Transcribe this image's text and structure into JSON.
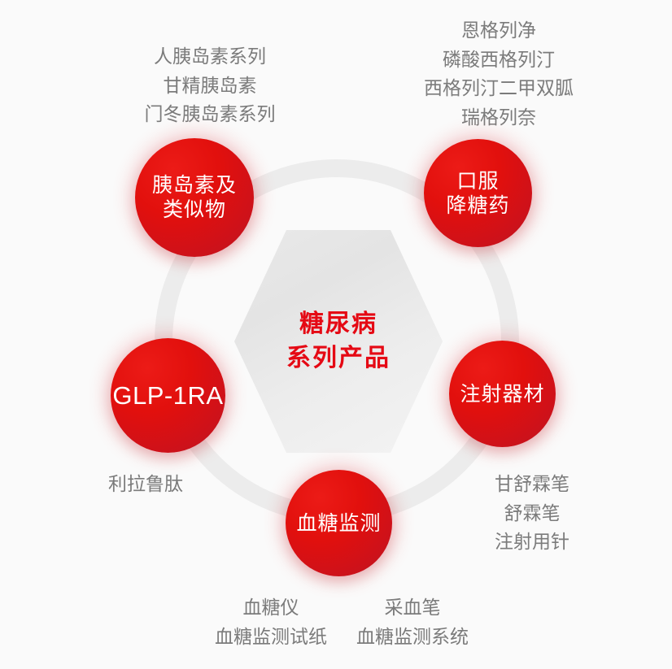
{
  "diagram": {
    "background_color": "#fafafa",
    "ring_color": "#ececec",
    "accent_red": "#e50914",
    "annotation_gray": "#7b7b7b",
    "center": {
      "line1": "糖尿病",
      "line2": "系列产品"
    },
    "nodes": [
      {
        "id": "insulin",
        "label": "胰岛素及\n类似物",
        "script": "cn"
      },
      {
        "id": "oral",
        "label": "口服\n降糖药",
        "script": "cn"
      },
      {
        "id": "glp",
        "label": "GLP-1RA",
        "script": "latin"
      },
      {
        "id": "device",
        "label": "注射器材",
        "script": "cn"
      },
      {
        "id": "monitoring",
        "label": "血糖监测",
        "script": "cn"
      }
    ],
    "annotations": {
      "insulin": "人胰岛素系列\n甘精胰岛素\n门冬胰岛素系列",
      "oral": "恩格列净\n磷酸西格列汀\n西格列汀二甲双胍\n瑞格列奈",
      "glp": "利拉鲁肽",
      "device": "甘舒霖笔\n舒霖笔\n注射用针",
      "monitoring_col1": "血糖仪\n血糖监测试纸",
      "monitoring_col2": "采血笔\n血糖监测系统"
    }
  }
}
